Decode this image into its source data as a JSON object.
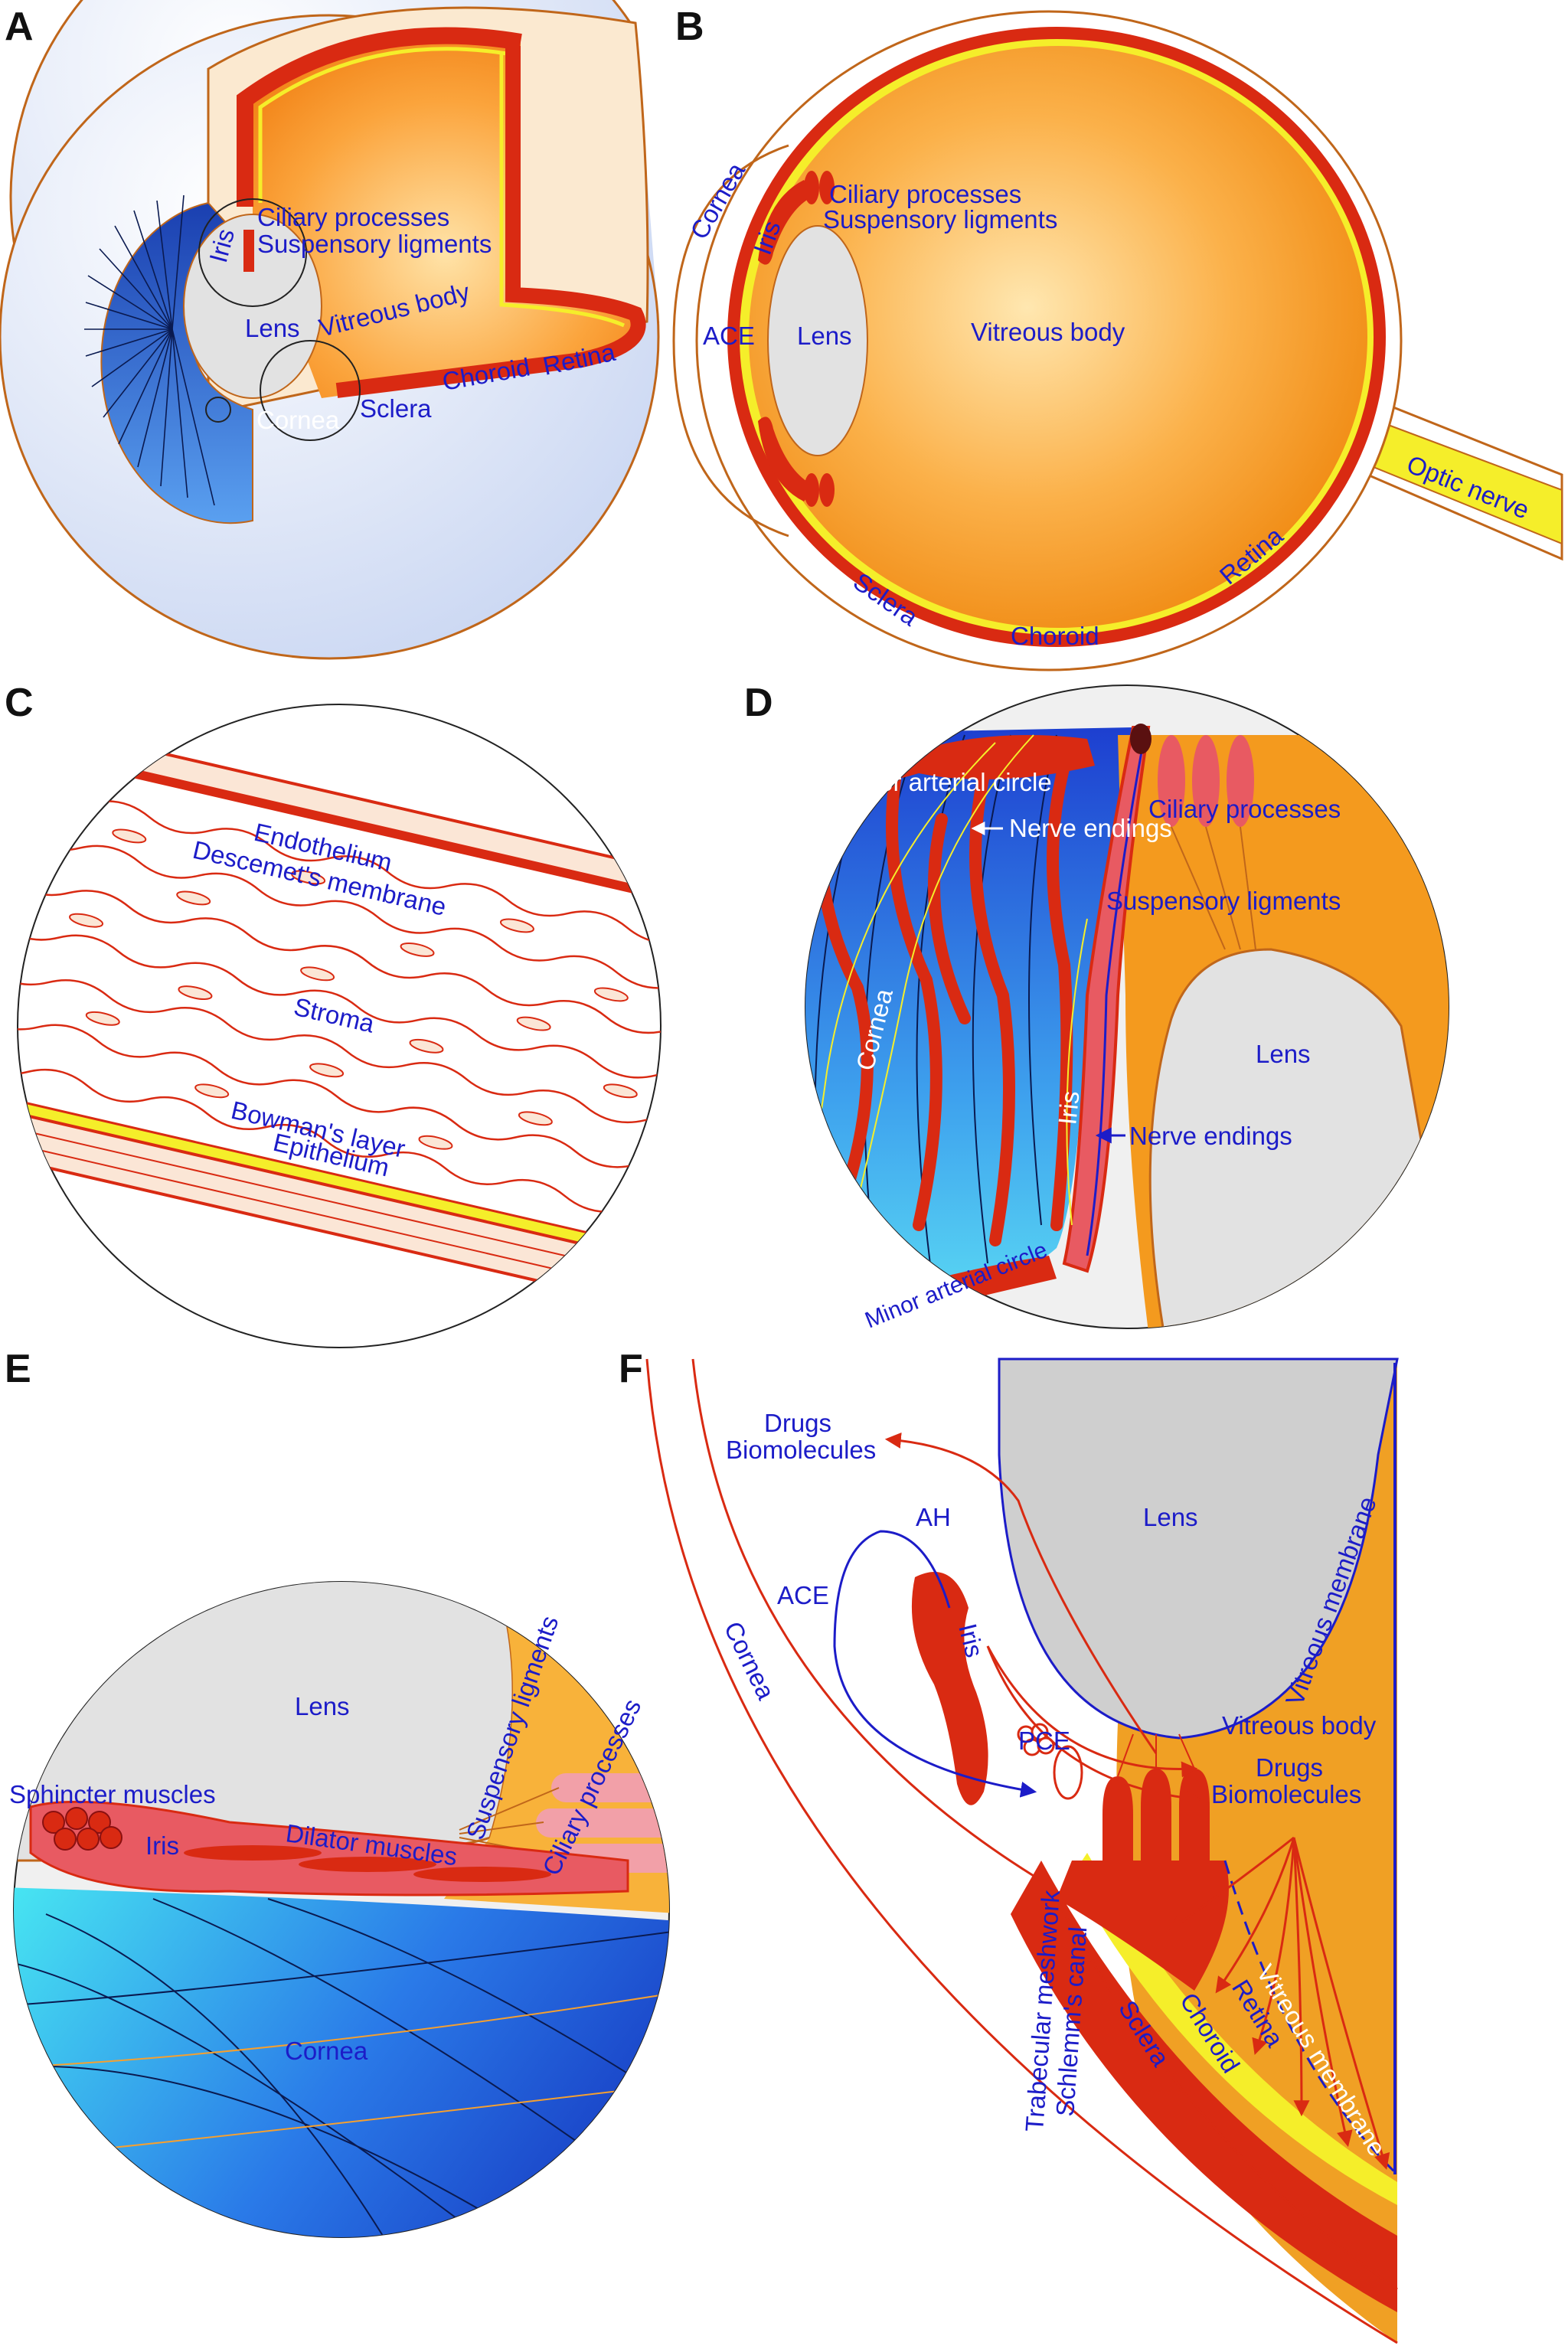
{
  "panels": {
    "A": {
      "letter": "A",
      "labels": {
        "ciliary_processes": "Ciliary processes",
        "suspensory_ligments": "Suspensory ligments",
        "iris": "Iris",
        "lens": "Lens",
        "vitreous_body": "Vitreous body",
        "choroid": "Choroid",
        "retina": "Retina",
        "cornea": "Cornea",
        "sclera": "Sclera"
      }
    },
    "B": {
      "letter": "B",
      "labels": {
        "cornea": "Cornea",
        "iris": "Iris",
        "ciliary_processes": "Ciliary processes",
        "suspensory_ligments": "Suspensory ligments",
        "ace": "ACE",
        "lens": "Lens",
        "vitreous_body": "Vitreous body",
        "optic_nerve": "Optic nerve",
        "retina": "Retina",
        "sclera": "Sclera",
        "choroid": "Choroid"
      }
    },
    "C": {
      "letter": "C",
      "labels": {
        "endothelium": "Endothelium",
        "descemets_membrane": "Descemet's membrane",
        "stroma": "Stroma",
        "bowmans_layer": "Bowman's layer",
        "epithelium": "Epithelium"
      }
    },
    "D": {
      "letter": "D",
      "labels": {
        "major_arterial_circle": "Major arterial circle",
        "nerve_endings_top": "Nerve endings",
        "ciliary_processes": "Ciliary processes",
        "suspensory_ligments": "Suspensory ligments",
        "cornea": "Cornea",
        "iris": "Iris",
        "lens": "Lens",
        "nerve_endings_bottom": "Nerve endings",
        "minor_arterial_circle": "Minor arterial circle"
      }
    },
    "E": {
      "letter": "E",
      "labels": {
        "lens": "Lens",
        "suspensory_ligments": "Suspensory ligments",
        "ciliary_processes": "Ciliary processes",
        "sphincter_muscles": "Sphincter muscles",
        "iris": "Iris",
        "dilator_muscles": "Dilator muscles",
        "cornea": "Cornea"
      }
    },
    "F": {
      "letter": "F",
      "labels": {
        "drugs_top": "Drugs",
        "biomolecules_top": "Biomolecules",
        "lens": "Lens",
        "ah": "AH",
        "ace": "ACE",
        "cornea": "Cornea",
        "iris": "Iris",
        "pce": "PCE",
        "vitreous_membrane_top": "Vitreous membrane",
        "vitreous_body": "Vitreous body",
        "drugs_right": "Drugs",
        "biomolecules_right": "Biomolecules",
        "trabecular_meshwork": "Trabecular meshwork",
        "schlemms_canal": "Schlemm's canal",
        "sclera": "Sclera",
        "choroid": "Choroid",
        "retina": "Retina",
        "vitreous_membrane_bottom": "Vitreous membrane"
      }
    }
  },
  "colors": {
    "label_blue": "#1c1cc8",
    "vessel_red": "#d92a12",
    "vitreous_orange": "#f49a1e",
    "retina_yellow": "#f5ee2a",
    "lens_grey": "#e2e2e2",
    "cornea_blue": "#2b62e0",
    "sclera_blue": "#dde6f7",
    "outline_brown": "#c0661a"
  }
}
